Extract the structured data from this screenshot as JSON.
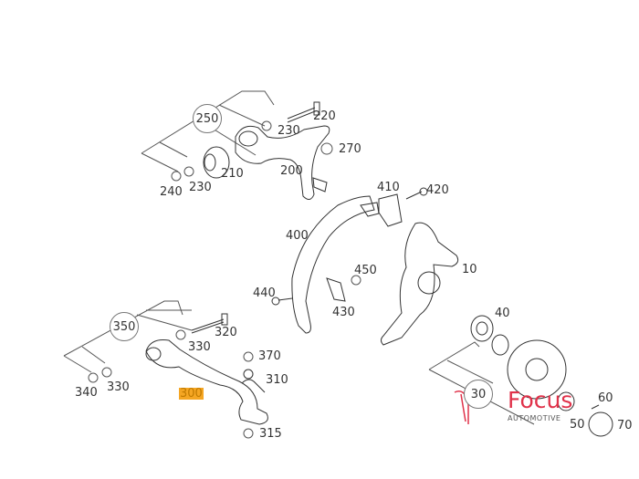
{
  "diagram": {
    "callouts": [
      "250",
      "350",
      "30"
    ],
    "labels": {
      "l220": "220",
      "l230a": "230",
      "l270": "270",
      "l200": "200",
      "l210": "210",
      "l240": "240",
      "l230b": "230",
      "l410": "410",
      "l420": "420",
      "l400": "400",
      "l10": "10",
      "l450": "450",
      "l440": "440",
      "l430": "430",
      "l40": "40",
      "l320": "320",
      "l330a": "330",
      "l370": "370",
      "l310": "310",
      "l340": "340",
      "l330b": "330",
      "l300": "300",
      "l315": "315",
      "l60": "60",
      "l50": "50",
      "l70": "70"
    },
    "highlighted_part": "300",
    "highlight_color": "#f5a623"
  },
  "watermark": {
    "brand": "Focus",
    "subtitle": "AUTOMOTIVE",
    "color": "#e0324a"
  }
}
